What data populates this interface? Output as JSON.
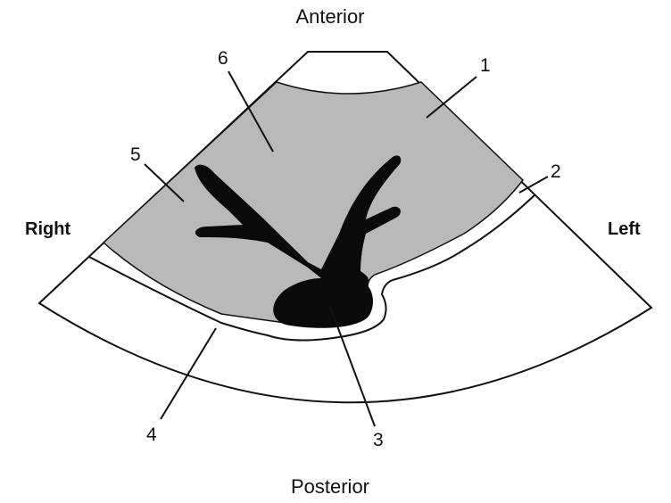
{
  "orientation": {
    "top": "Anterior",
    "bottom": "Posterior",
    "left": "Right",
    "right": "Left"
  },
  "callouts": [
    "1",
    "2",
    "3",
    "4",
    "5",
    "6"
  ],
  "colors": {
    "organ": "#b9b9b9",
    "vessels": "#0a0a0a",
    "outline": "#111111",
    "background": "#ffffff"
  }
}
